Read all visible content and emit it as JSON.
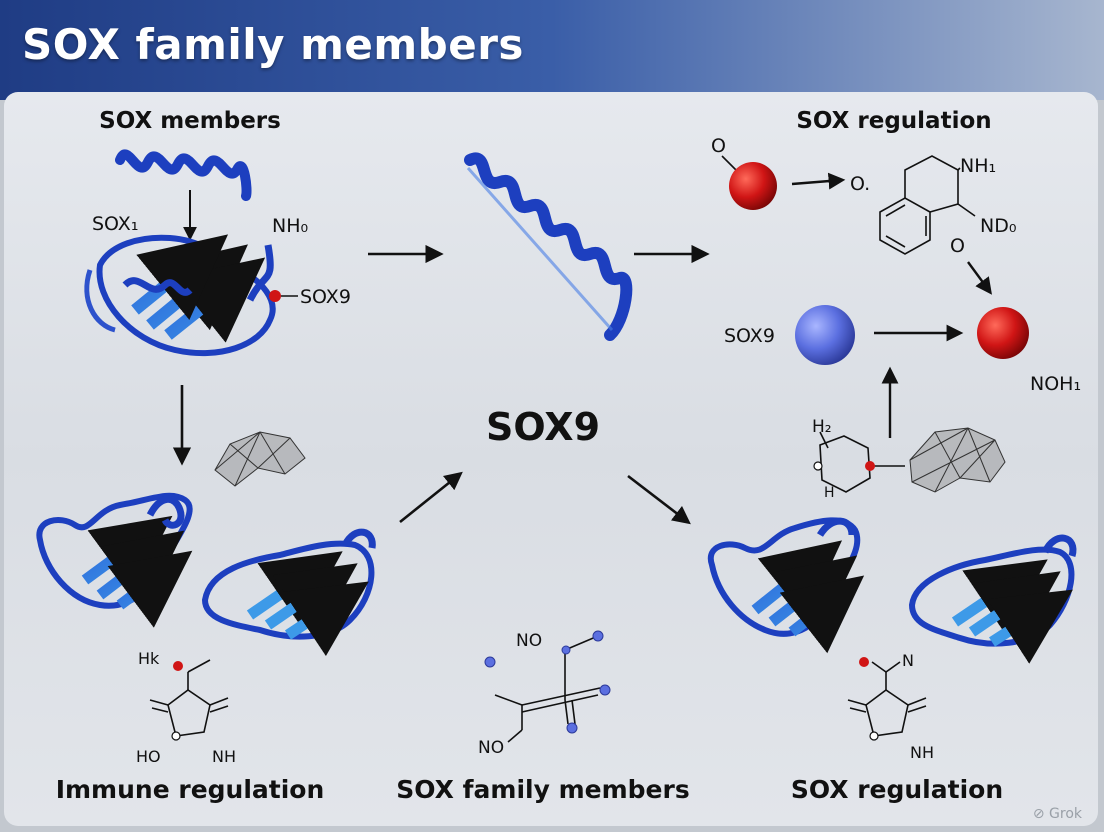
{
  "title": "SOX family members",
  "panels": {
    "top_left": {
      "heading": "SOX  members",
      "labels": {
        "sox_a": "SOX₁",
        "nh": "NH₀",
        "sox9": "SOX9"
      }
    },
    "top_right": {
      "heading": "SOX regulation",
      "labels": {
        "o1": "O",
        "o2": "O.",
        "nh1": "NH₁",
        "nd0": "ND₀",
        "o3": "O",
        "sox9": "SOX9",
        "noh": "NOH₁",
        "h2": "H₂",
        "h": "H"
      }
    },
    "center": {
      "label": "SOX9"
    },
    "bottom_left": {
      "caption": "Immune regulation",
      "labels": {
        "hk": "Hk",
        "ho": "HO",
        "nh": "NH"
      }
    },
    "bottom_center": {
      "caption": "SOX family members",
      "labels": {
        "no1": "NO",
        "no2": "NO"
      }
    },
    "bottom_right": {
      "caption": "SOX regulation",
      "labels": {
        "n": "N",
        "nh": "NH"
      }
    }
  },
  "watermark": "Grok",
  "colors": {
    "header_band": "#2c4a8c",
    "protein_dark": "#1d3fbf",
    "protein_light": "#3d86e6",
    "atom_red": "#d01515",
    "atom_blue": "#5b6fe0",
    "arrow": "#111111"
  }
}
